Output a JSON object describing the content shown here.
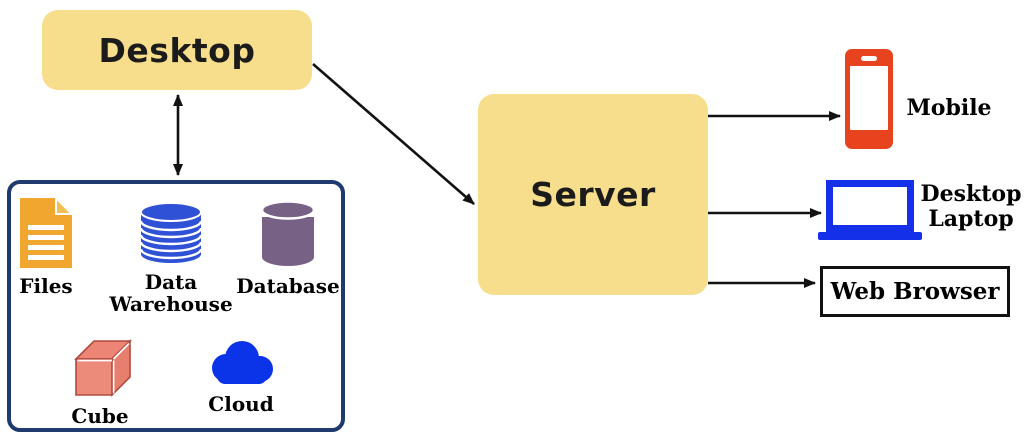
{
  "diagram": {
    "type": "architecture-flow",
    "background": "#ffffff",
    "nodes": {
      "desktop": {
        "label": "Desktop",
        "shape": "rounded-rect",
        "fill": "#F6DE8C"
      },
      "server": {
        "label": "Server",
        "shape": "rounded-rect",
        "fill": "#F6DE8C"
      },
      "mobile": {
        "label": "Mobile",
        "icon": "smartphone-icon",
        "icon_color": "#E8431F"
      },
      "laptop": {
        "label": "Desktop Laptop",
        "icon": "laptop-icon",
        "icon_color": "#1430E8"
      },
      "web_browser": {
        "label": "Web Browser",
        "shape": "rect",
        "border_color": "#111111"
      }
    },
    "data_sources": {
      "border_color": "#1E3A6E",
      "items": [
        {
          "id": "files",
          "label": "Files",
          "icon": "document-icon",
          "color": "#F0A62F"
        },
        {
          "id": "data-warehouse",
          "label": "Data Warehouse",
          "icon": "stacked-disks-icon",
          "color": "#2F51D5"
        },
        {
          "id": "database",
          "label": "Database",
          "icon": "cylinder-icon",
          "color": "#776185"
        },
        {
          "id": "cube",
          "label": "Cube",
          "icon": "cube-icon",
          "color": "#ED8B7B"
        },
        {
          "id": "cloud",
          "label": "Cloud",
          "icon": "cloud-icon",
          "color": "#0B33E8"
        }
      ]
    },
    "edges": [
      {
        "from": "desktop",
        "to": "data-sources",
        "type": "bidirectional"
      },
      {
        "from": "desktop",
        "to": "server",
        "type": "directed"
      },
      {
        "from": "server",
        "to": "mobile",
        "type": "directed"
      },
      {
        "from": "server",
        "to": "laptop",
        "type": "directed"
      },
      {
        "from": "server",
        "to": "web-browser",
        "type": "directed"
      }
    ],
    "edge_color": "#121212"
  }
}
